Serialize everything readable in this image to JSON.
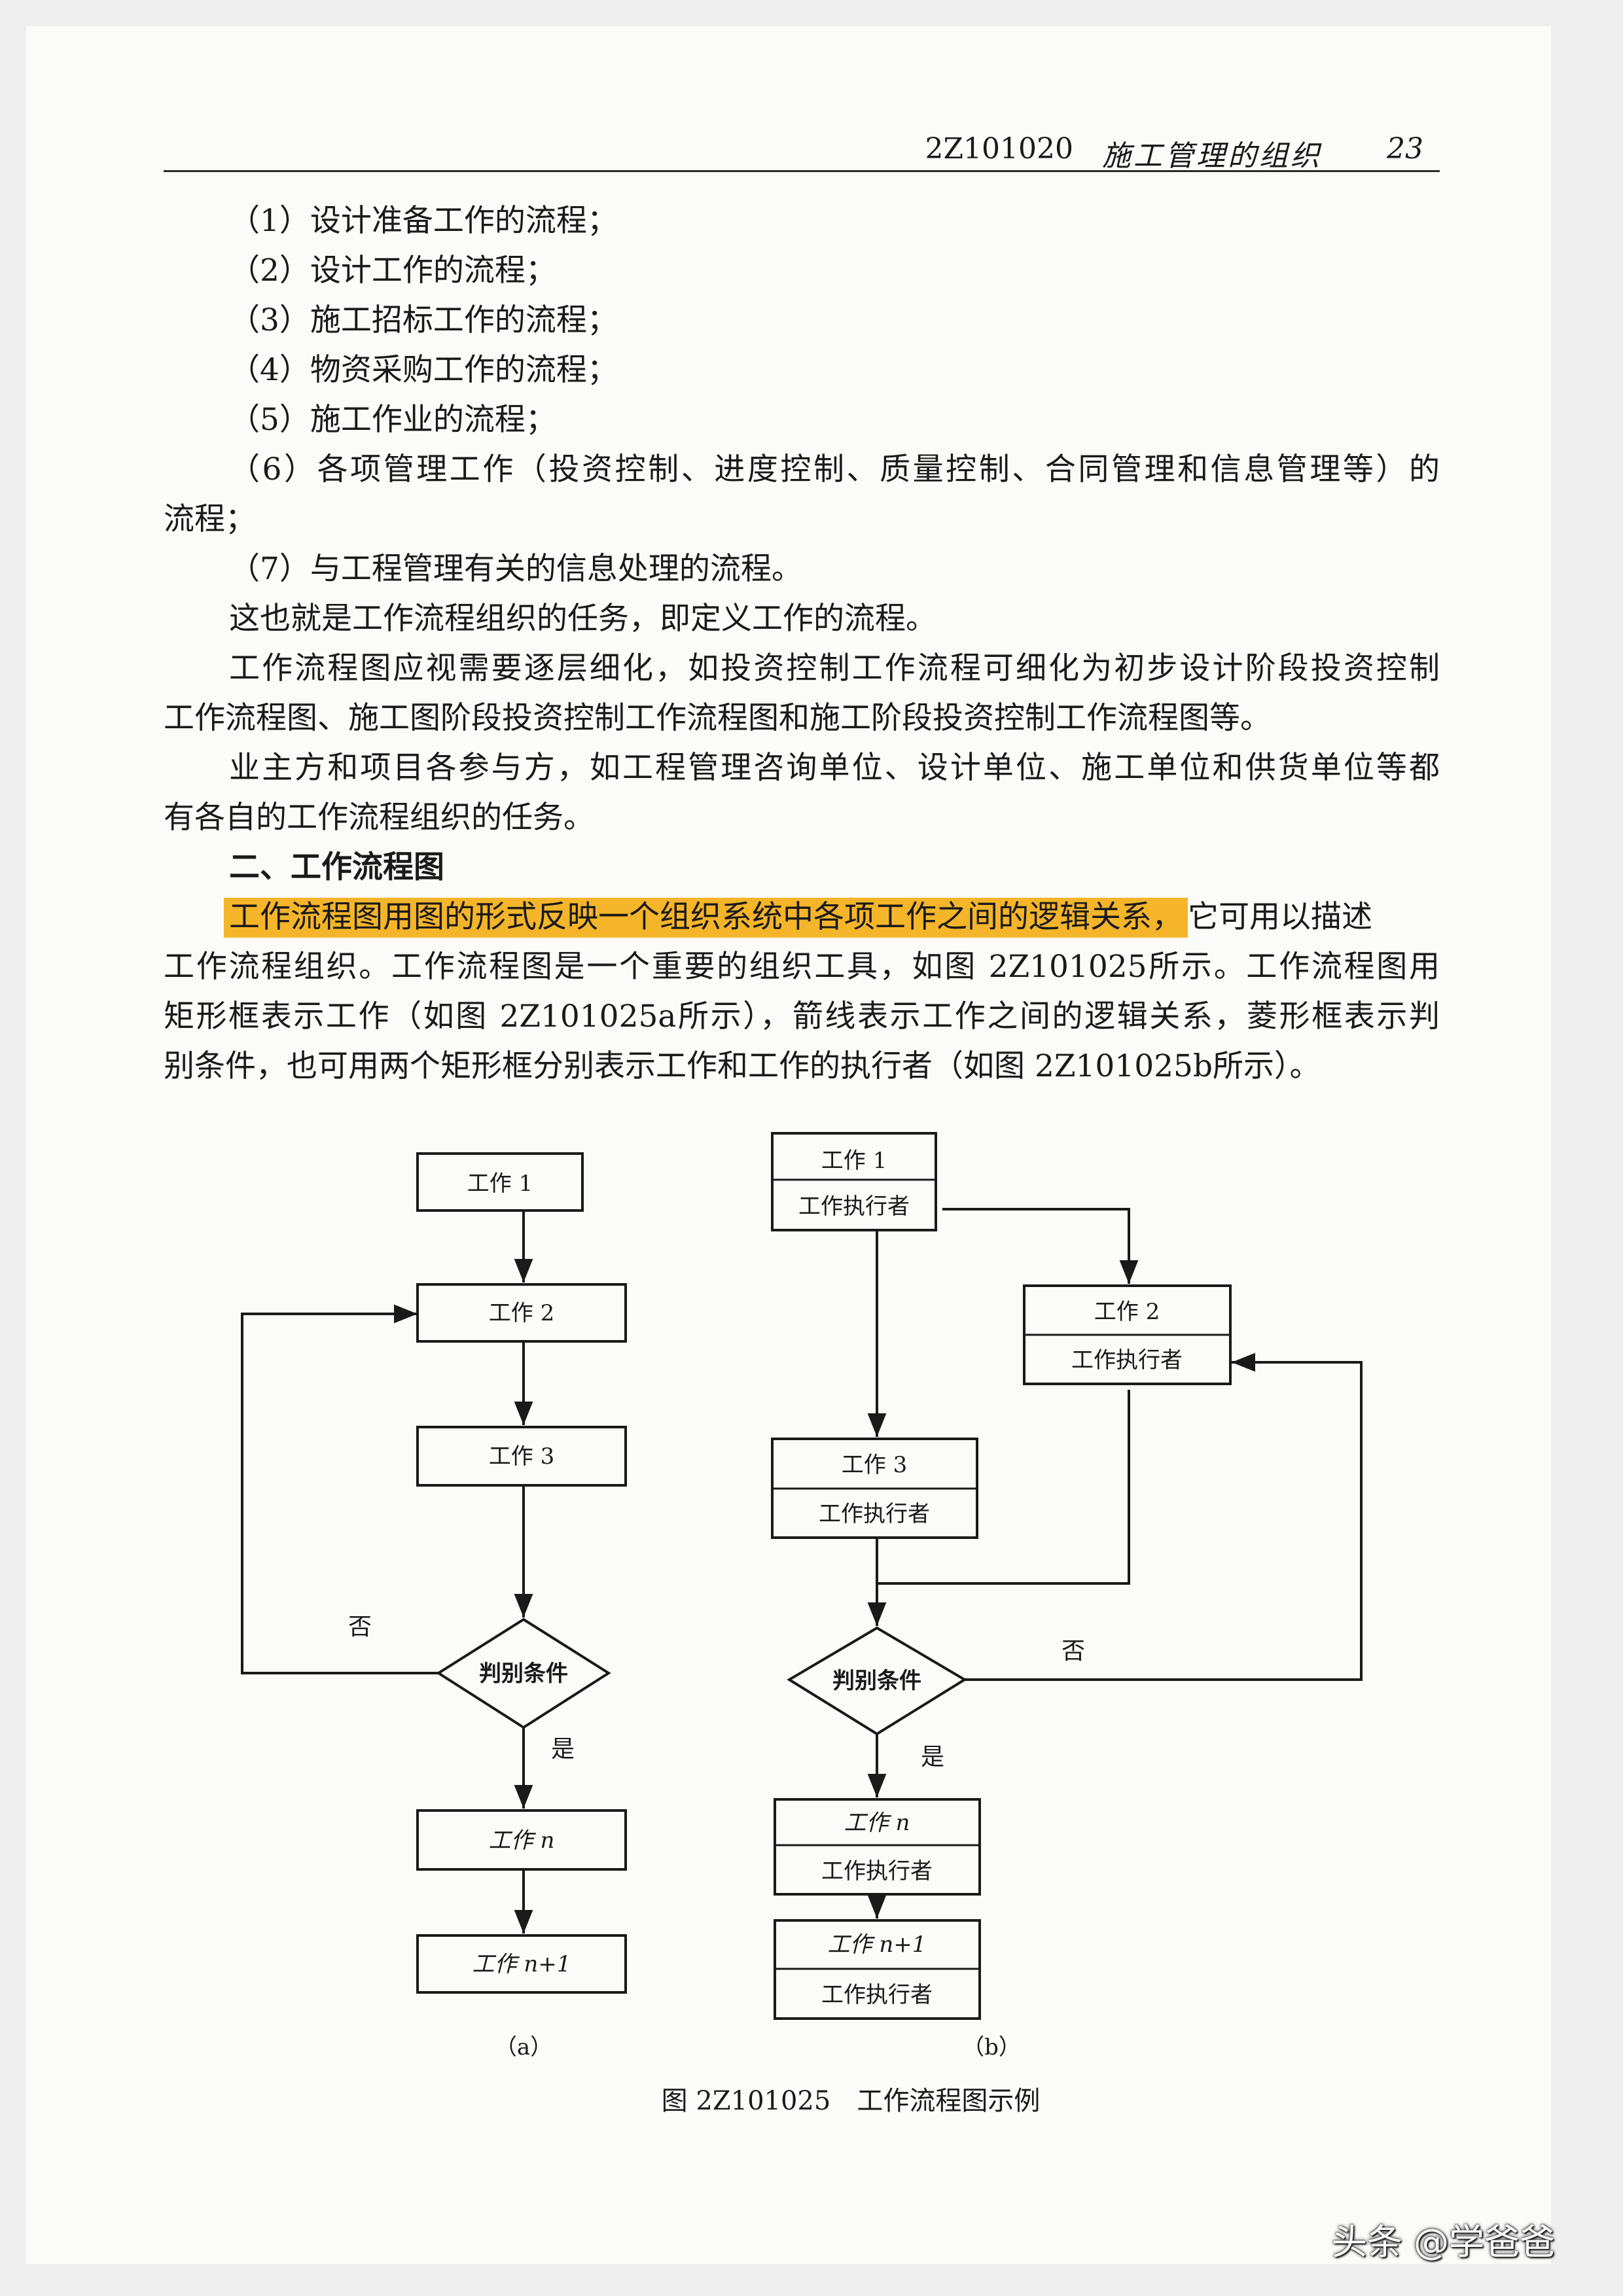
{
  "header": {
    "code": "2Z101020",
    "title": "施工管理的组织",
    "page_number": "23"
  },
  "list": [
    "（1）设计准备工作的流程；",
    "（2）设计工作的流程；",
    "（3）施工招标工作的流程；",
    "（4）物资采购工作的流程；",
    "（5）施工作业的流程；",
    "（6）各项管理工作（投资控制、进度控制、质量控制、合同管理和信息管理等）的",
    "流程；",
    "（7）与工程管理有关的信息处理的流程。"
  ],
  "paragraphs": {
    "p1": "这也就是工作流程组织的任务，即定义工作的流程。",
    "p2_l1": "工作流程图应视需要逐层细化，如投资控制工作流程可细化为初步设计阶段投资控制",
    "p2_l2": "工作流程图、施工图阶段投资控制工作流程图和施工阶段投资控制工作流程图等。",
    "p3_l1": "业主方和项目各参与方，如工程管理咨询单位、设计单位、施工单位和供货单位等都",
    "p3_l2": "有各自的工作流程组织的任务。"
  },
  "section_heading": "二、工作流程图",
  "section_body": {
    "highlight": "工作流程图用图的形式反映一个组织系统中各项工作之间的逻辑关系，",
    "l1_rest": "它可用以描述",
    "l2": "工作流程组织。工作流程图是一个重要的组织工具，如图 2Z101025所示。工作流程图用",
    "l3": "矩形框表示工作（如图 2Z101025a所示），箭线表示工作之间的逻辑关系，菱形框表示判",
    "l4": "别条件，也可用两个矩形框分别表示工作和工作的执行者（如图 2Z101025b所示）。"
  },
  "diagram_a": {
    "boxes": [
      "工作 1",
      "工作 2",
      "工作 3",
      "工作 n",
      "工作 n+1"
    ],
    "diamond": "判别条件",
    "no_label": "否",
    "yes_label": "是",
    "sub_label": "（a）"
  },
  "diagram_b": {
    "boxes": [
      {
        "task": "工作 1",
        "executor": "工作执行者"
      },
      {
        "task": "工作 2",
        "executor": "工作执行者"
      },
      {
        "task": "工作 3",
        "executor": "工作执行者"
      },
      {
        "task": "工作 n",
        "executor": "工作执行者"
      },
      {
        "task": "工作 n+1",
        "executor": "工作执行者"
      }
    ],
    "diamond": "判别条件",
    "no_label": "否",
    "yes_label": "是",
    "sub_label": "（b）"
  },
  "caption": "图 2Z101025　工作流程图示例",
  "watermark": "头条 @学爸爸",
  "colors": {
    "highlight": "#f5b52a",
    "ink": "#1a1a1a",
    "paper": "#fbfbfa"
  }
}
